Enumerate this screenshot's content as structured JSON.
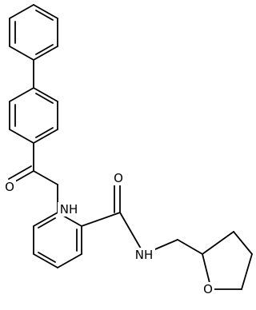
{
  "structure": {
    "atom_labels": {
      "carbonyl_oxygen_1": "O",
      "amide_nitrogen_1": "NH",
      "carbonyl_oxygen_2": "O",
      "amide_nitrogen_2": "NH",
      "ring_oxygen": "O"
    },
    "colors": {
      "bond": "#000000",
      "label": "#000000",
      "background": "#ffffff"
    }
  }
}
